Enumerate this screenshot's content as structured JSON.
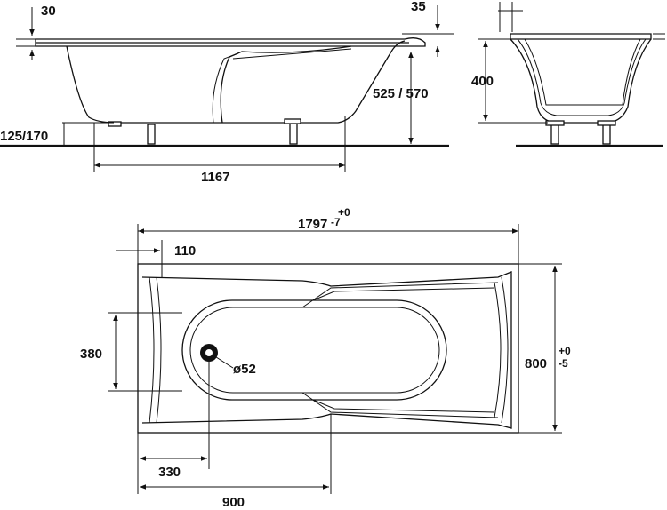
{
  "dimensions": {
    "rim_thickness": "30",
    "rim_edge": "35",
    "inner_depth": "400",
    "height": "525 / 570",
    "leg_height": "125/170",
    "flat_bottom_length": "1167",
    "length": "1797",
    "length_tol_upper": "+0",
    "length_tol_lower": "-7",
    "rim_width": "110",
    "bottom_width": "380",
    "drain_diameter": "ø52",
    "drain_offset": "330",
    "width": "800",
    "width_tol_upper": "+0",
    "width_tol_lower": "-5",
    "waist_position": "900"
  }
}
